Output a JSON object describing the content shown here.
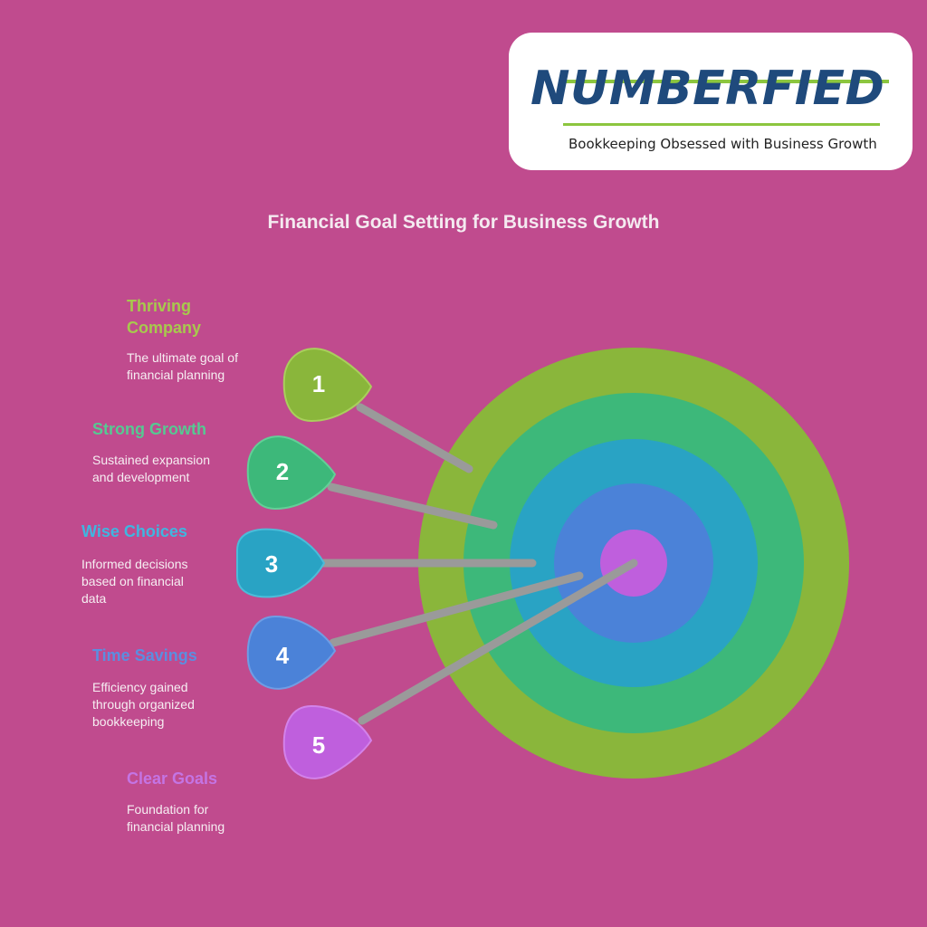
{
  "logo": {
    "brand": "NUMBERFIED",
    "tagline": "Bookkeeping Obsessed with Business Growth"
  },
  "title": "Financial Goal Setting for Business Growth",
  "items": [
    {
      "number": "1",
      "label": "Thriving Company",
      "desc": "The ultimate goal of financial planning",
      "color": "#8fb33c"
    },
    {
      "number": "2",
      "label": "Strong Growth",
      "desc": "Sustained expansion and development",
      "color": "#3fb07a"
    },
    {
      "number": "3",
      "label": "Wise Choices",
      "desc": "Informed decisions based on financial data",
      "color": "#2a9bbd"
    },
    {
      "number": "4",
      "label": "Time Savings",
      "desc": "Efficiency gained through organized bookkeeping",
      "color": "#4d7fd6"
    },
    {
      "number": "5",
      "label": "Clear Goals",
      "desc": "Foundation for financial planning",
      "color": "#bb62d8"
    }
  ]
}
